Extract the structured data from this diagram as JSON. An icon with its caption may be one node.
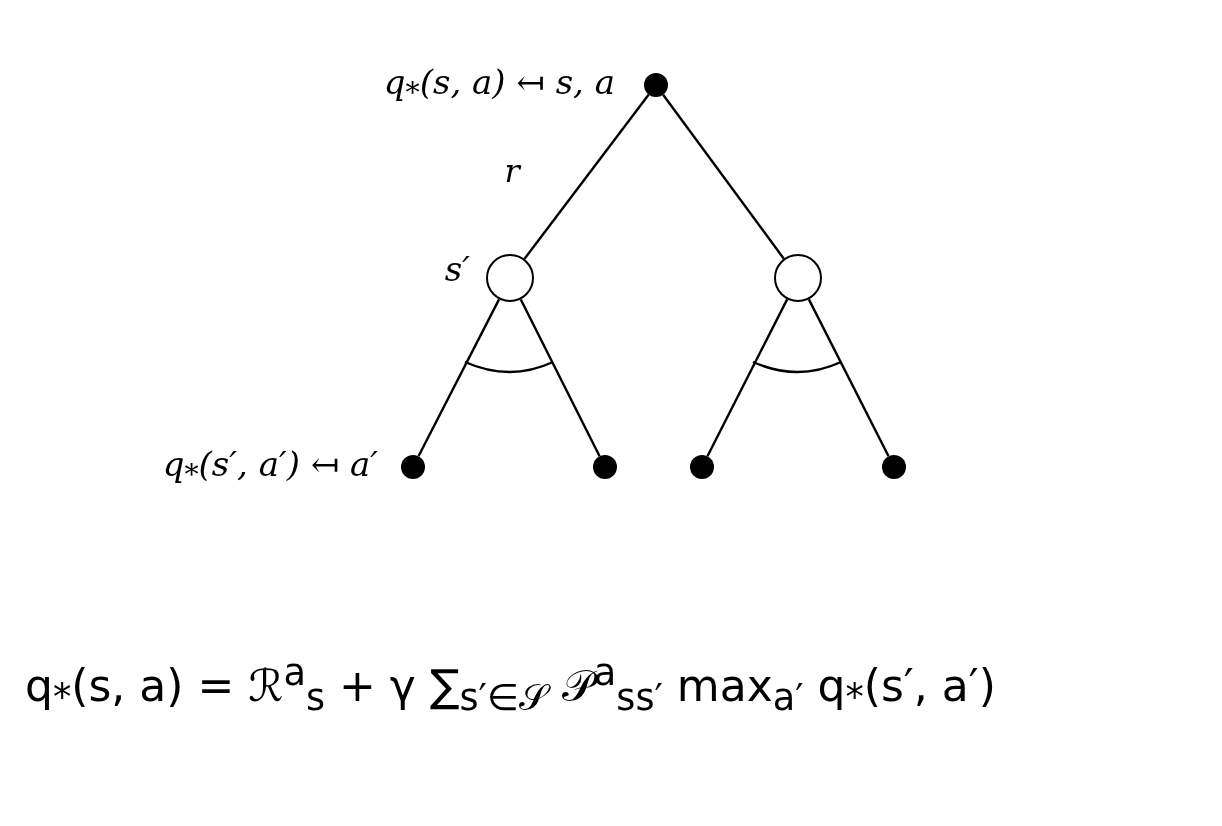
{
  "diagram": {
    "nodes": [
      {
        "text": [],
        "shape": "dot",
        "beside": [
          "q$_{*}$(s, a) ↤ s, a"
        ]
      },
      {
        "text": [],
        "shape": "circle",
        "beside": [
          "s′"
        ]
      },
      {
        "text": [],
        "shape": "circle"
      },
      {
        "text": [],
        "shape": "dot",
        "beside": [
          "q$_{*}$(s′, a′) ↤ a′"
        ]
      },
      {
        "text": [],
        "shape": "dot"
      },
      {
        "text": [],
        "shape": "dot"
      },
      {
        "text": [],
        "shape": "dot"
      }
    ],
    "edges": [
      {
        "from": 0,
        "to": 1,
        "arrow": "none",
        "label": "r"
      },
      {
        "from": 0,
        "to": 2,
        "arrow": "none"
      },
      {
        "from": 1,
        "to": 3,
        "arrow": "none"
      },
      {
        "from": 1,
        "to": 4,
        "arrow": "none"
      },
      {
        "from": 2,
        "to": 5,
        "arrow": "none"
      },
      {
        "from": 2,
        "to": 6,
        "arrow": "none"
      }
    ],
    "labels": [
      "q$_{*}$(s, a) = ℛ$^{a}$$_{s}$ + γ ∑$_{s′∈𝒮}$ 𝒫$^{a}$$_{ss′}$ max$_{a′}$ q$_{*}$(s′, a′)"
    ]
  }
}
